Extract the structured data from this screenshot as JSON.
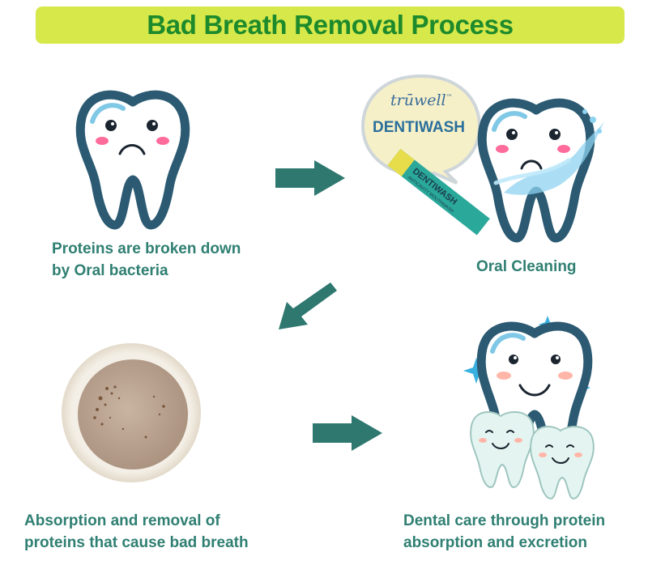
{
  "title": "Bad Breath Removal Process",
  "steps": [
    {
      "caption_line1": "Proteins are broken down",
      "caption_line2": "by Oral bacteria"
    },
    {
      "caption": "Oral Cleaning"
    },
    {
      "caption_line1": "Absorption and removal of",
      "caption_line2": "proteins that cause bad breath"
    },
    {
      "caption_line1": "Dental care through protein",
      "caption_line2": "absorption and excretion"
    }
  ],
  "product": {
    "brand": "trūwell",
    "brand_tm": "™",
    "name": "DENTIWASH",
    "stick_label": "DENTIWASH",
    "stick_sub": "ANTICAVITY MOUTHWASH"
  },
  "colors": {
    "title_bg": "#d7e84a",
    "title_text": "#1d8a2c",
    "caption_text": "#2f7f72",
    "arrow": "#2e7870",
    "tooth_outline": "#2b5a72",
    "cheek": "#ff6b9a"
  },
  "icons": [
    "sad-tooth-icon",
    "cleaning-tooth-icon",
    "happy-tooth-icon",
    "small-tooth-icon",
    "sparkle-icon",
    "right-arrow-icon",
    "down-left-arrow-icon",
    "cup-icon"
  ]
}
